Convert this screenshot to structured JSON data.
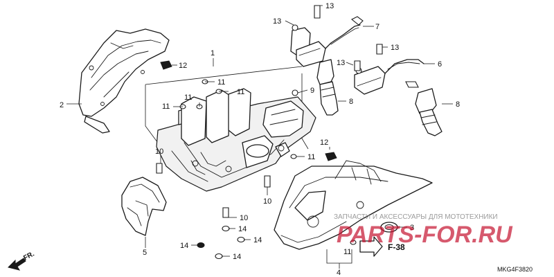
{
  "diagram": {
    "callouts": {
      "c1": "1",
      "c2": "2",
      "c3": "3",
      "c4": "4",
      "c5": "5",
      "c6": "6",
      "c7": "7",
      "c8a": "8",
      "c8b": "8",
      "c9": "9",
      "c10a": "10",
      "c10b": "10",
      "c10c": "10",
      "c11a": "11",
      "c11b": "11",
      "c11c": "11",
      "c11d": "11",
      "c11e": "11",
      "c11f": "11",
      "c12a": "12",
      "c12b": "12",
      "c13a": "13",
      "c13b": "13",
      "c13c": "13",
      "c13d": "13",
      "c14a": "14",
      "c14b": "14",
      "c14c": "14",
      "c14d": "14"
    },
    "reference": "F-38",
    "direction": "FR.",
    "diagram_code": "MKG4F3820"
  },
  "watermark": {
    "tagline": "ЗАПЧАСТИ И АКСЕССУАРЫ ДЛЯ МОТОТЕХНИКИ",
    "site": "PARTS-FOR.RU",
    "color": "#c4122f"
  }
}
